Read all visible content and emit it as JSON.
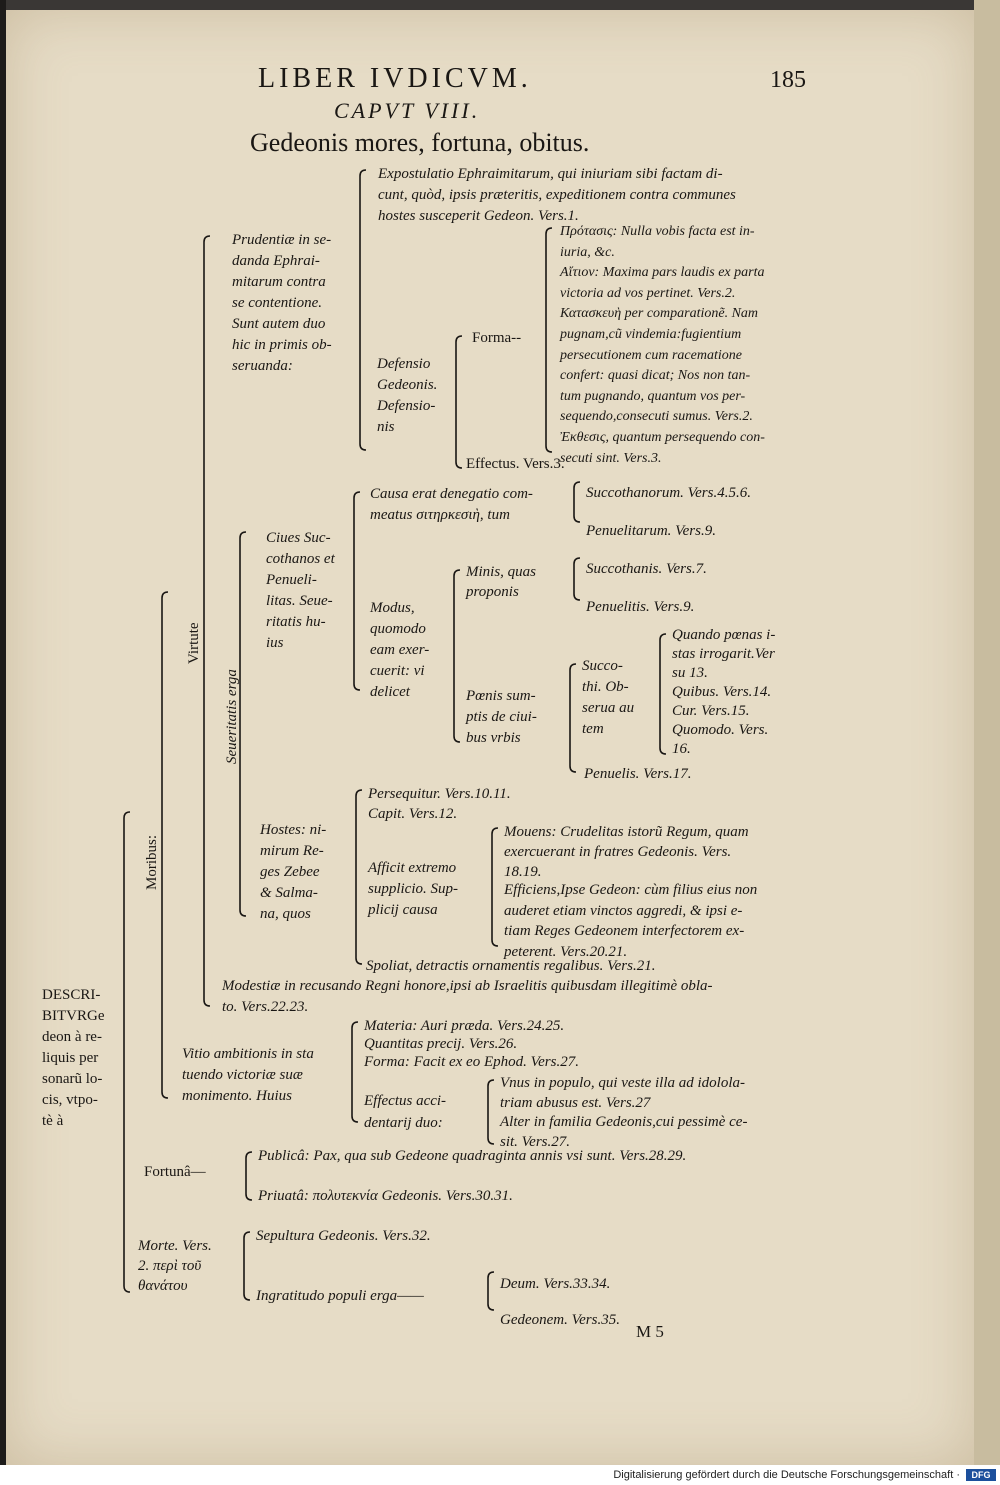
{
  "header": {
    "running_title": "LIBER IVDICVM.",
    "page_number": "185"
  },
  "chapter": "CAPVT VIII.",
  "title": "Gedeonis mores, fortuna, obitus.",
  "root": [
    "DESCRI-",
    "BITVRGe",
    "deon à re-",
    "liquis per",
    "sonarũ lo-",
    "cis, vtpo-",
    "tè à"
  ],
  "moribus": "Moribus:",
  "virtute": "Virtute",
  "seueritatis_erga": "Seueritatis erga",
  "prudentia": [
    "Prudentiæ in se-",
    "danda Ephrai-",
    "mitarum contra",
    "se contentione.",
    "Sunt autem duo",
    "hic in primis ob-",
    "seruanda:"
  ],
  "expostulatio": [
    "Expostulatio Ephraimitarum, qui iniuriam sibi factam di-",
    "cunt, quòd, ipsis præteritis, expeditionem contra communes",
    "hostes susceperit Gedeon. Vers.1."
  ],
  "defensio": [
    "Defensio",
    "Gedeonis.",
    "Defensio-",
    "nis"
  ],
  "forma": "Forma--",
  "forma_items": [
    "Πρότασις: Nulla vobis facta est in-",
    "iuria, &c.",
    "Αἴτιον: Maxima pars laudis ex parta",
    "victoria ad vos pertinet. Vers.2.",
    "Κατασκευὴ per comparationẽ. Nam",
    "pugnam,cũ vindemia:fugientium",
    "persecutionem cum racematione",
    "confert: quasi dicat; Nos non tan-",
    "tum pugnando, quantum vos per-",
    "sequendo,consecuti sumus. Vers.2.",
    "Ἐκθεσις, quantum persequendo con-",
    "secuti sint. Vers.3."
  ],
  "effectus1": "Effectus. Vers.3.",
  "ciues": [
    "Ciues Suc-",
    "cothanos et",
    "Penueli-",
    "litas. Seue-",
    "ritatis hu-",
    "ius"
  ],
  "causa": [
    "Causa erat denegatio com-",
    "meatus σιτηρκεσιὴ, tum"
  ],
  "causa_items": [
    "Succothanorum. Vers.4.5.6.",
    "Penuelitarum. Vers.9."
  ],
  "modus": [
    "Modus,",
    "quomodo",
    "eam exer-",
    "cuerit: vi",
    "delicet"
  ],
  "minis": [
    "Minis, quas",
    "proponis"
  ],
  "minis_items": [
    "Succothanis. Vers.7.",
    "Penuelitis. Vers.9."
  ],
  "poenis": [
    "Pœnis sum-",
    "ptis de ciui-",
    "bus vrbis"
  ],
  "succothi": [
    "Succo-",
    "thi. Ob-",
    "serua au",
    "tem"
  ],
  "succothi_items": [
    "Quando pœnas i-",
    "stas irrogarit.Ver",
    "su 13.",
    "Quibus. Vers.14.",
    "Cur. Vers.15.",
    "Quomodo. Vers.",
    "16."
  ],
  "penuelis": "Penuelis. Vers.17.",
  "hostes": [
    "Hostes: ni-",
    "mirum Re-",
    "ges Zebee",
    "& Salma-",
    "na, quos"
  ],
  "persequitur": "Persequitur. Vers.10.11.",
  "capit": "Capit. Vers.12.",
  "afficit": [
    "Afficit extremo",
    "supplicio. Sup-",
    "plicij causa"
  ],
  "mouens": [
    "Mouens: Crudelitas istorũ Regum, quam",
    "exercuerant in fratres Gedeonis. Vers.",
    "18.19."
  ],
  "efficiens": [
    "Efficiens,Ipse Gedeon: cùm filius eius non",
    "auderet etiam vinctos aggredi, & ipsi e-",
    "tiam Reges Gedeonem interfectorem ex-",
    "peterent. Vers.20.21."
  ],
  "spoliat": "Spoliat, detractis ornamentis regalibus. Vers.21.",
  "modestiae": [
    "Modestiæ in recusando Regni honore,ipsi ab Israelitis quibusdam illegitimè obla-",
    "to. Vers.22.23."
  ],
  "vitio": [
    "Vitio ambitionis in sta",
    "tuendo victoriæ suæ",
    "monimento. Huius"
  ],
  "materia": "Materia: Auri præda. Vers.24.25.",
  "quantitas": "Quantitas precij. Vers.26.",
  "forma2": "Forma: Facit ex eo Ephod. Vers.27.",
  "effectus2": [
    "Effectus acci-",
    "dentarij duo:"
  ],
  "effectus2_items": [
    "Vnus in populo, qui veste illa ad idolola-",
    "triam abusus est. Vers.27",
    "Alter in familia Gedeonis,cui pessimè ce-",
    "sit. Vers.27."
  ],
  "fortuna": "Fortunâ—",
  "publica": "Publicâ: Pax, qua sub Gedeone quadraginta annis vsi sunt. Vers.28.29.",
  "priuata": "Priuatâ: πολυτεκνία Gedeonis. Vers.30.31.",
  "morte": [
    "Morte. Vers.",
    "2. περὶ τοῦ",
    "θανάτου"
  ],
  "sepultura": "Sepultura Gedeonis. Vers.32.",
  "ingratitudo": "Ingratitudo populi erga——",
  "ingratitudo_items": [
    "Deum. Vers.33.34.",
    "Gedeonem. Vers.35."
  ],
  "signature": "M 5",
  "footer": "Digitalisierung gefördert durch die Deutsche Forschungsgemeinschaft ·",
  "footer_logo": "DFG"
}
